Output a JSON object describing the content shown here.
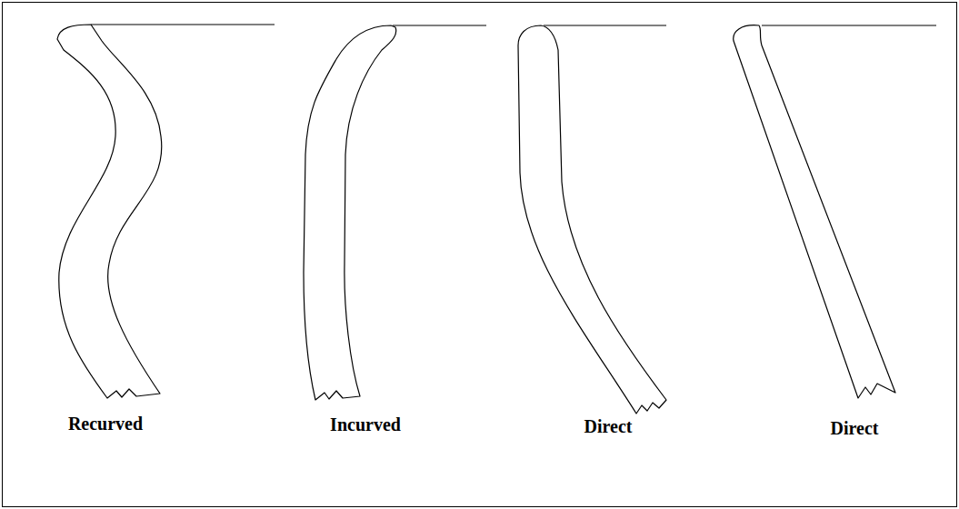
{
  "diagram": {
    "labels": [
      "Recurved",
      "Incurved",
      "Direct",
      "Direct"
    ]
  }
}
